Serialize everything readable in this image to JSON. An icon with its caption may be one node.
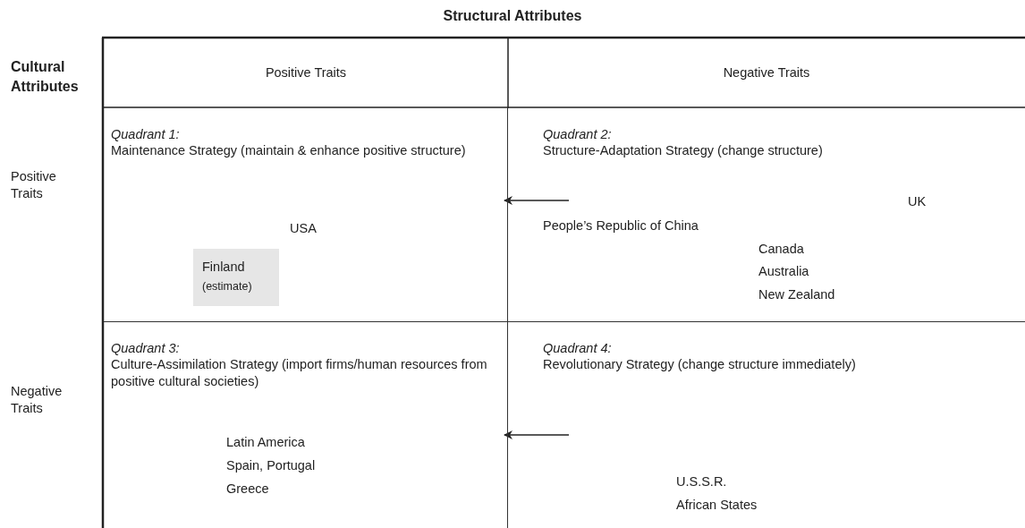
{
  "diagram": {
    "title": "Structural Attributes",
    "nodes": [
      {
        "text": [
          "Quadrant 1:",
          "Maintenance Strategy (maintain & enhance positive structure)",
          "USA"
        ]
      },
      {
        "text": [
          "Finland",
          "(estimate)"
        ],
        "in": 0
      },
      {
        "text": [
          "Quadrant 2:",
          "Structure-Adaptation Strategy (change structure)",
          "UK",
          "People’s Republic of China",
          "Canada",
          "Australia",
          "New Zealand"
        ]
      },
      {
        "text": [
          "Quadrant 3:",
          "Culture-Assimilation Strategy (import firms/human resources from positive cultural societies)",
          "Latin America",
          "Spain, Portugal",
          "Greece"
        ]
      },
      {
        "text": [
          "Quadrant 4:",
          "Revolutionary Strategy (change structure immediately)",
          "U.S.S.R.",
          "African States"
        ]
      }
    ],
    "edges": [
      {
        "from": 2,
        "to": 0,
        "arrow": "to"
      },
      {
        "from": 4,
        "to": 3,
        "arrow": "to"
      }
    ],
    "labels": [
      "Cultural Attributes",
      "Positive Traits",
      "Negative Traits",
      "Positive Traits",
      "Negative Traits"
    ]
  }
}
